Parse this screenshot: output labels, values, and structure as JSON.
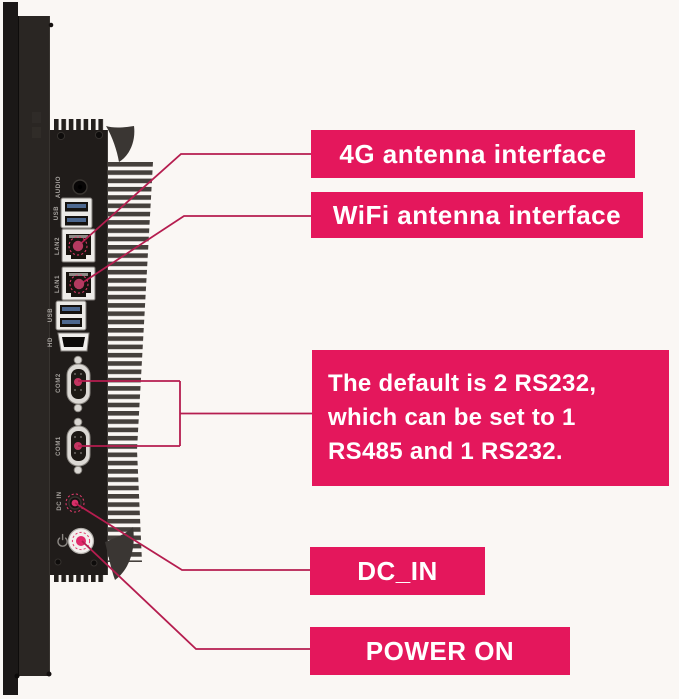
{
  "colors": {
    "background": "#faf7f4",
    "accent": "#e4175c",
    "leader_line": "#b51d4f",
    "callout_text": "#ffffff",
    "chassis": "#201c1a",
    "display_panel": "#2a2623",
    "heatsink_fin": "#45403c"
  },
  "callouts": [
    {
      "id": "4g",
      "label": "4G antenna interface"
    },
    {
      "id": "wifi",
      "label": "WiFi antenna interface"
    },
    {
      "id": "rs232",
      "lines": [
        "The default is 2 RS232,",
        "which can be set to 1",
        "RS485 and 1 RS232."
      ]
    },
    {
      "id": "dc",
      "label": "DC_IN"
    },
    {
      "id": "power",
      "label": "POWER ON"
    }
  ],
  "ports": [
    {
      "label": "AUDIO"
    },
    {
      "label": "USB"
    },
    {
      "label": "LAN2"
    },
    {
      "label": "LAN1"
    },
    {
      "label": "USB"
    },
    {
      "label": "HD"
    },
    {
      "label": "COM2"
    },
    {
      "label": "COM1"
    },
    {
      "label": "DC IN"
    }
  ]
}
